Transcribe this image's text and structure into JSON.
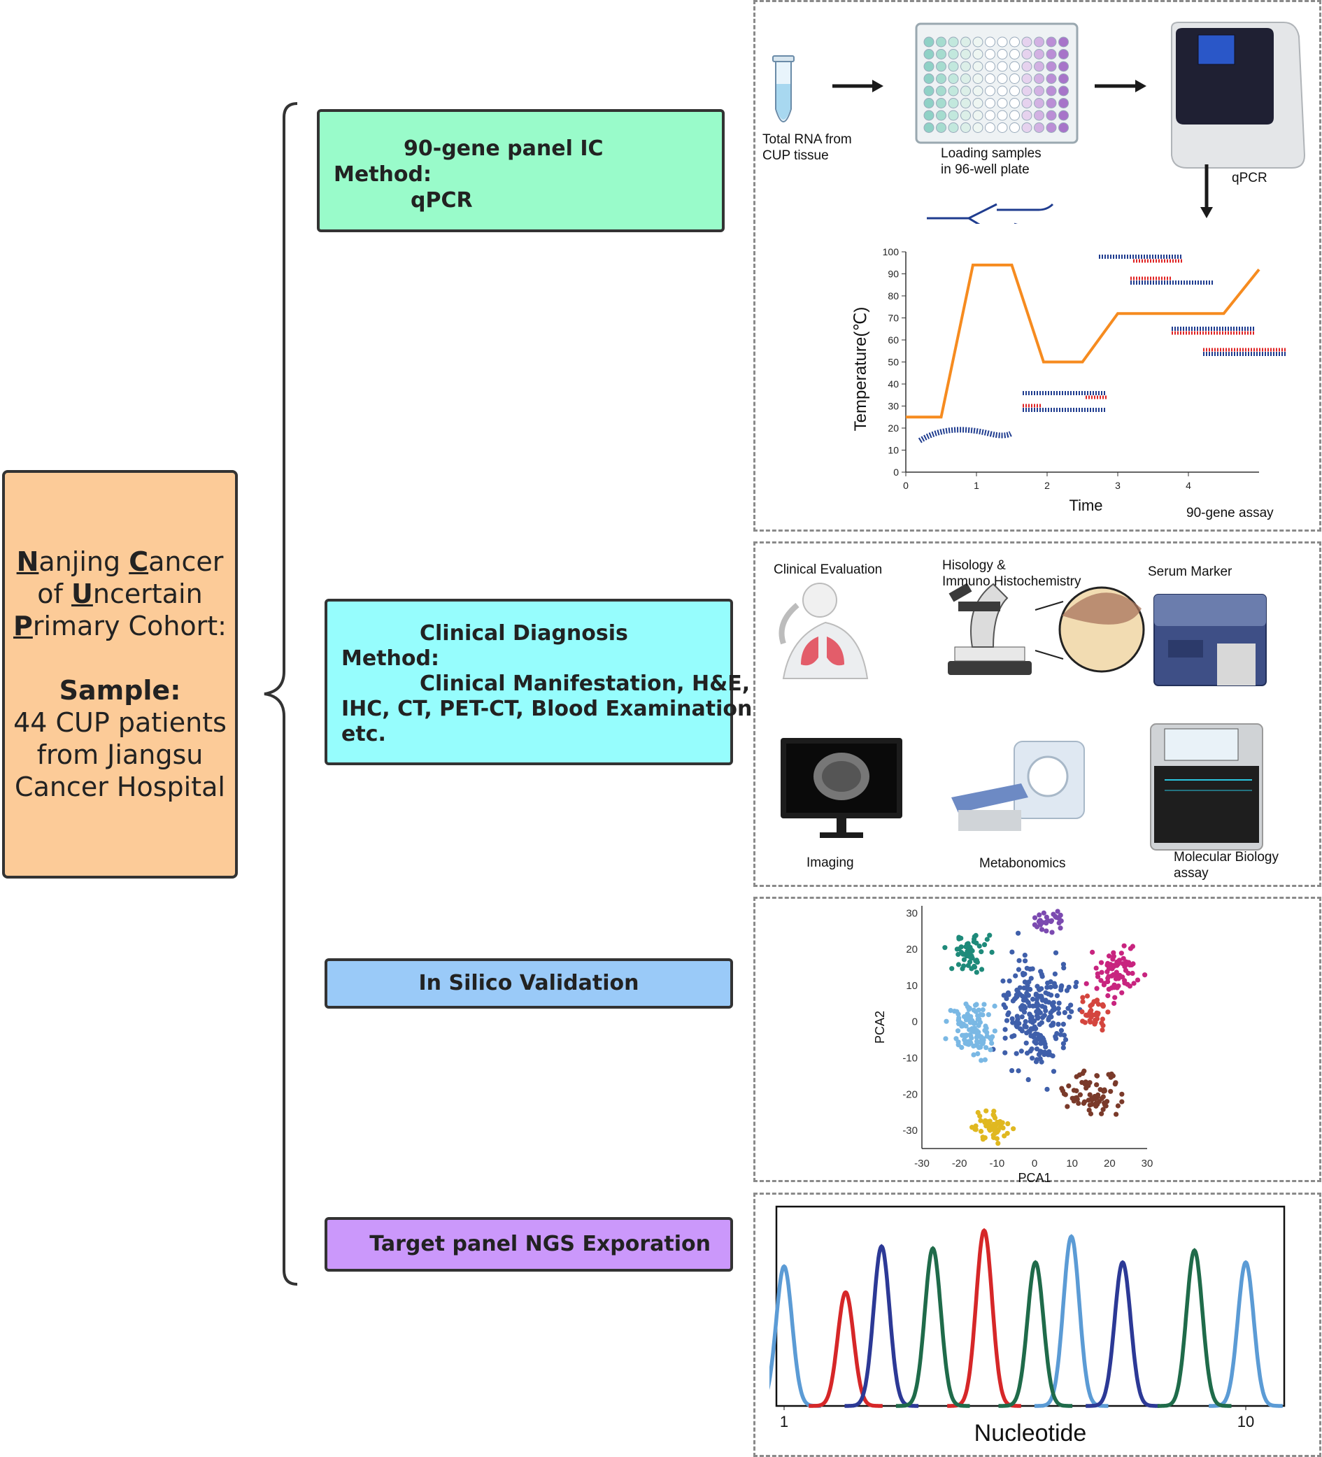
{
  "cohort": {
    "title_lines": [
      [
        {
          "u": "N"
        },
        {
          "t": "anjing "
        },
        {
          "u": "C"
        },
        {
          "t": "ancer"
        }
      ],
      [
        {
          "t": "of "
        },
        {
          "u": "U"
        },
        {
          "t": "ncertain"
        }
      ],
      [
        {
          "u": "P"
        },
        {
          "t": "rimary Cohort:"
        }
      ]
    ],
    "sample_label": "Sample:",
    "sample_lines": [
      "44 CUP patients",
      "from Jiangsu",
      "Cancer Hospital"
    ]
  },
  "methods": {
    "ic": {
      "title": "90-gene panel IC",
      "method_label": "Method:",
      "method": "qPCR"
    },
    "clinical": {
      "title": "Clinical Diagnosis",
      "method_label": "Method:",
      "lines": [
        "Clinical Manifestation, H&E,",
        "IHC, CT, PET-CT, Blood Examination",
        "etc."
      ]
    },
    "silico": {
      "title": "In Silico Validation"
    },
    "ngs": {
      "title": "Target panel NGS Exporation"
    }
  },
  "qpcr_panel": {
    "tube_label": [
      "Total RNA from",
      "CUP tissue"
    ],
    "plate_label": [
      "Loading samples",
      "in 96-well plate"
    ],
    "machine_label": "qPCR",
    "assay_label": "90-gene assay",
    "colors": {
      "arrow": "#1a1a1a",
      "temp_line": "#f68b1f",
      "dna_blue": "#1f3c8f",
      "dna_red": "#e02424"
    }
  },
  "clinical_panel": {
    "labels": {
      "evaluation": "Clinical Evaluation",
      "histology": [
        "Hisology &",
        "Immuno Histochemistry"
      ],
      "serum": "Serum Marker",
      "imaging": "Imaging",
      "metabonomics": "Metabonomics",
      "molecular": [
        "Molecular Biology",
        "assay"
      ]
    }
  },
  "chart_data": [
    {
      "type": "line",
      "xlabel": "Time",
      "ylabel": "Temperature(℃)",
      "x_ticks": [
        "0",
        "1",
        "2",
        "3",
        "4"
      ],
      "y_ticks": [
        "0",
        "10",
        "20",
        "30",
        "40",
        "50",
        "60",
        "70",
        "80",
        "90",
        "100"
      ],
      "xlim": [
        0,
        5
      ],
      "ylim": [
        0,
        100
      ],
      "x": [
        0,
        0.5,
        0.95,
        1.5,
        1.95,
        2.5,
        3.0,
        4.5,
        5.0
      ],
      "y": [
        25,
        25,
        94,
        94,
        50,
        50,
        72,
        72,
        92
      ],
      "color": "#f68b1f"
    },
    {
      "type": "scatter",
      "xlabel": "PCA1",
      "ylabel": "PCA2",
      "x_ticks": [
        "-30",
        "-20",
        "-10",
        "0",
        "10",
        "20",
        "30"
      ],
      "y_ticks": [
        "30",
        "20",
        "10",
        "0",
        "-10",
        "-20",
        "-30"
      ],
      "xlim": [
        -30,
        30
      ],
      "ylim": [
        -35,
        32
      ],
      "clusters": [
        {
          "color": "#1e8a7a",
          "center": [
            -16,
            19
          ],
          "spread": [
            4.5,
            4
          ],
          "count": 55
        },
        {
          "color": "#7b4ab0",
          "center": [
            4,
            28
          ],
          "spread": [
            3.5,
            2.5
          ],
          "count": 30
        },
        {
          "color": "#c8247f",
          "center": [
            22,
            14
          ],
          "spread": [
            5,
            5
          ],
          "count": 75
        },
        {
          "color": "#3f5faa",
          "center": [
            1,
            2
          ],
          "spread": [
            8,
            12
          ],
          "count": 230
        },
        {
          "color": "#d4453e",
          "center": [
            16,
            2
          ],
          "spread": [
            2.5,
            4
          ],
          "count": 40
        },
        {
          "color": "#7ab8e4",
          "center": [
            -16,
            -2
          ],
          "spread": [
            5,
            6
          ],
          "count": 110
        },
        {
          "color": "#7a3a2a",
          "center": [
            15,
            -19
          ],
          "spread": [
            6,
            5
          ],
          "count": 70
        },
        {
          "color": "#e0b820",
          "center": [
            -11,
            -29
          ],
          "spread": [
            4,
            3.5
          ],
          "count": 55
        }
      ]
    },
    {
      "type": "line",
      "xlabel": "Nucleotide",
      "x_ticks": [
        "1",
        "10"
      ],
      "xlim": [
        0.85,
        10.75
      ],
      "ylim": [
        0,
        1
      ],
      "series": [
        {
          "color": "#5b9bd5",
          "peaks": [
            [
              1.0,
              0.7
            ],
            [
              6.6,
              0.85
            ],
            [
              10.0,
              0.72
            ]
          ]
        },
        {
          "color": "#d62728",
          "peaks": [
            [
              2.2,
              0.57
            ],
            [
              4.9,
              0.88
            ]
          ]
        },
        {
          "color": "#2c3996",
          "peaks": [
            [
              2.9,
              0.8
            ],
            [
              7.6,
              0.72
            ]
          ]
        },
        {
          "color": "#1f6b4a",
          "peaks": [
            [
              3.9,
              0.79
            ],
            [
              9.0,
              0.78
            ],
            [
              7.6,
              0.0
            ],
            [
              5.9,
              0.72
            ]
          ]
        }
      ]
    }
  ]
}
